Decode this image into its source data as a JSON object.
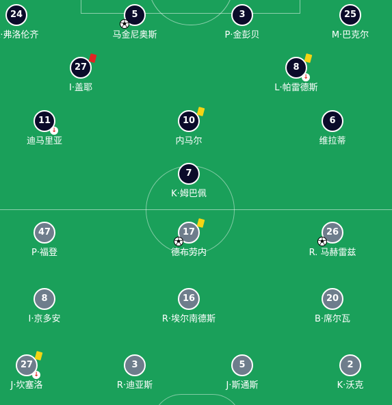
{
  "colors": {
    "pitch": "#1aa05a",
    "home_circle": "#0b0b2a",
    "away_circle": "#6e7d8c",
    "yellow_card": "#f4d414",
    "red_card": "#e02424"
  },
  "home": [
    {
      "number": "24",
      "name": "A·弗洛伦齐"
    },
    {
      "number": "5",
      "name": "马金尼奥斯"
    },
    {
      "number": "3",
      "name": "P·金彭贝"
    },
    {
      "number": "25",
      "name": "M·巴克尔"
    },
    {
      "number": "27",
      "name": "I·盖耶"
    },
    {
      "number": "8",
      "name": "L·帕雷德斯"
    },
    {
      "number": "11",
      "name": "迪马里亚"
    },
    {
      "number": "10",
      "name": "内马尔"
    },
    {
      "number": "6",
      "name": "维拉蒂"
    },
    {
      "number": "7",
      "name": "K·姆巴佩"
    }
  ],
  "away": [
    {
      "number": "47",
      "name": "P·福登"
    },
    {
      "number": "17",
      "name": "德布劳内"
    },
    {
      "number": "26",
      "name": "R. 马赫雷兹"
    },
    {
      "number": "8",
      "name": "I·京多安"
    },
    {
      "number": "16",
      "name": "R·埃尔南德斯"
    },
    {
      "number": "20",
      "name": "B·席尔瓦"
    },
    {
      "number": "27",
      "name": "J·坎塞洛"
    },
    {
      "number": "3",
      "name": "R·迪亚斯"
    },
    {
      "number": "5",
      "name": "J·斯通斯"
    },
    {
      "number": "2",
      "name": "K·沃克"
    }
  ],
  "icons": {
    "sub_arrow": "↓",
    "goal": "soccer-ball-icon"
  }
}
